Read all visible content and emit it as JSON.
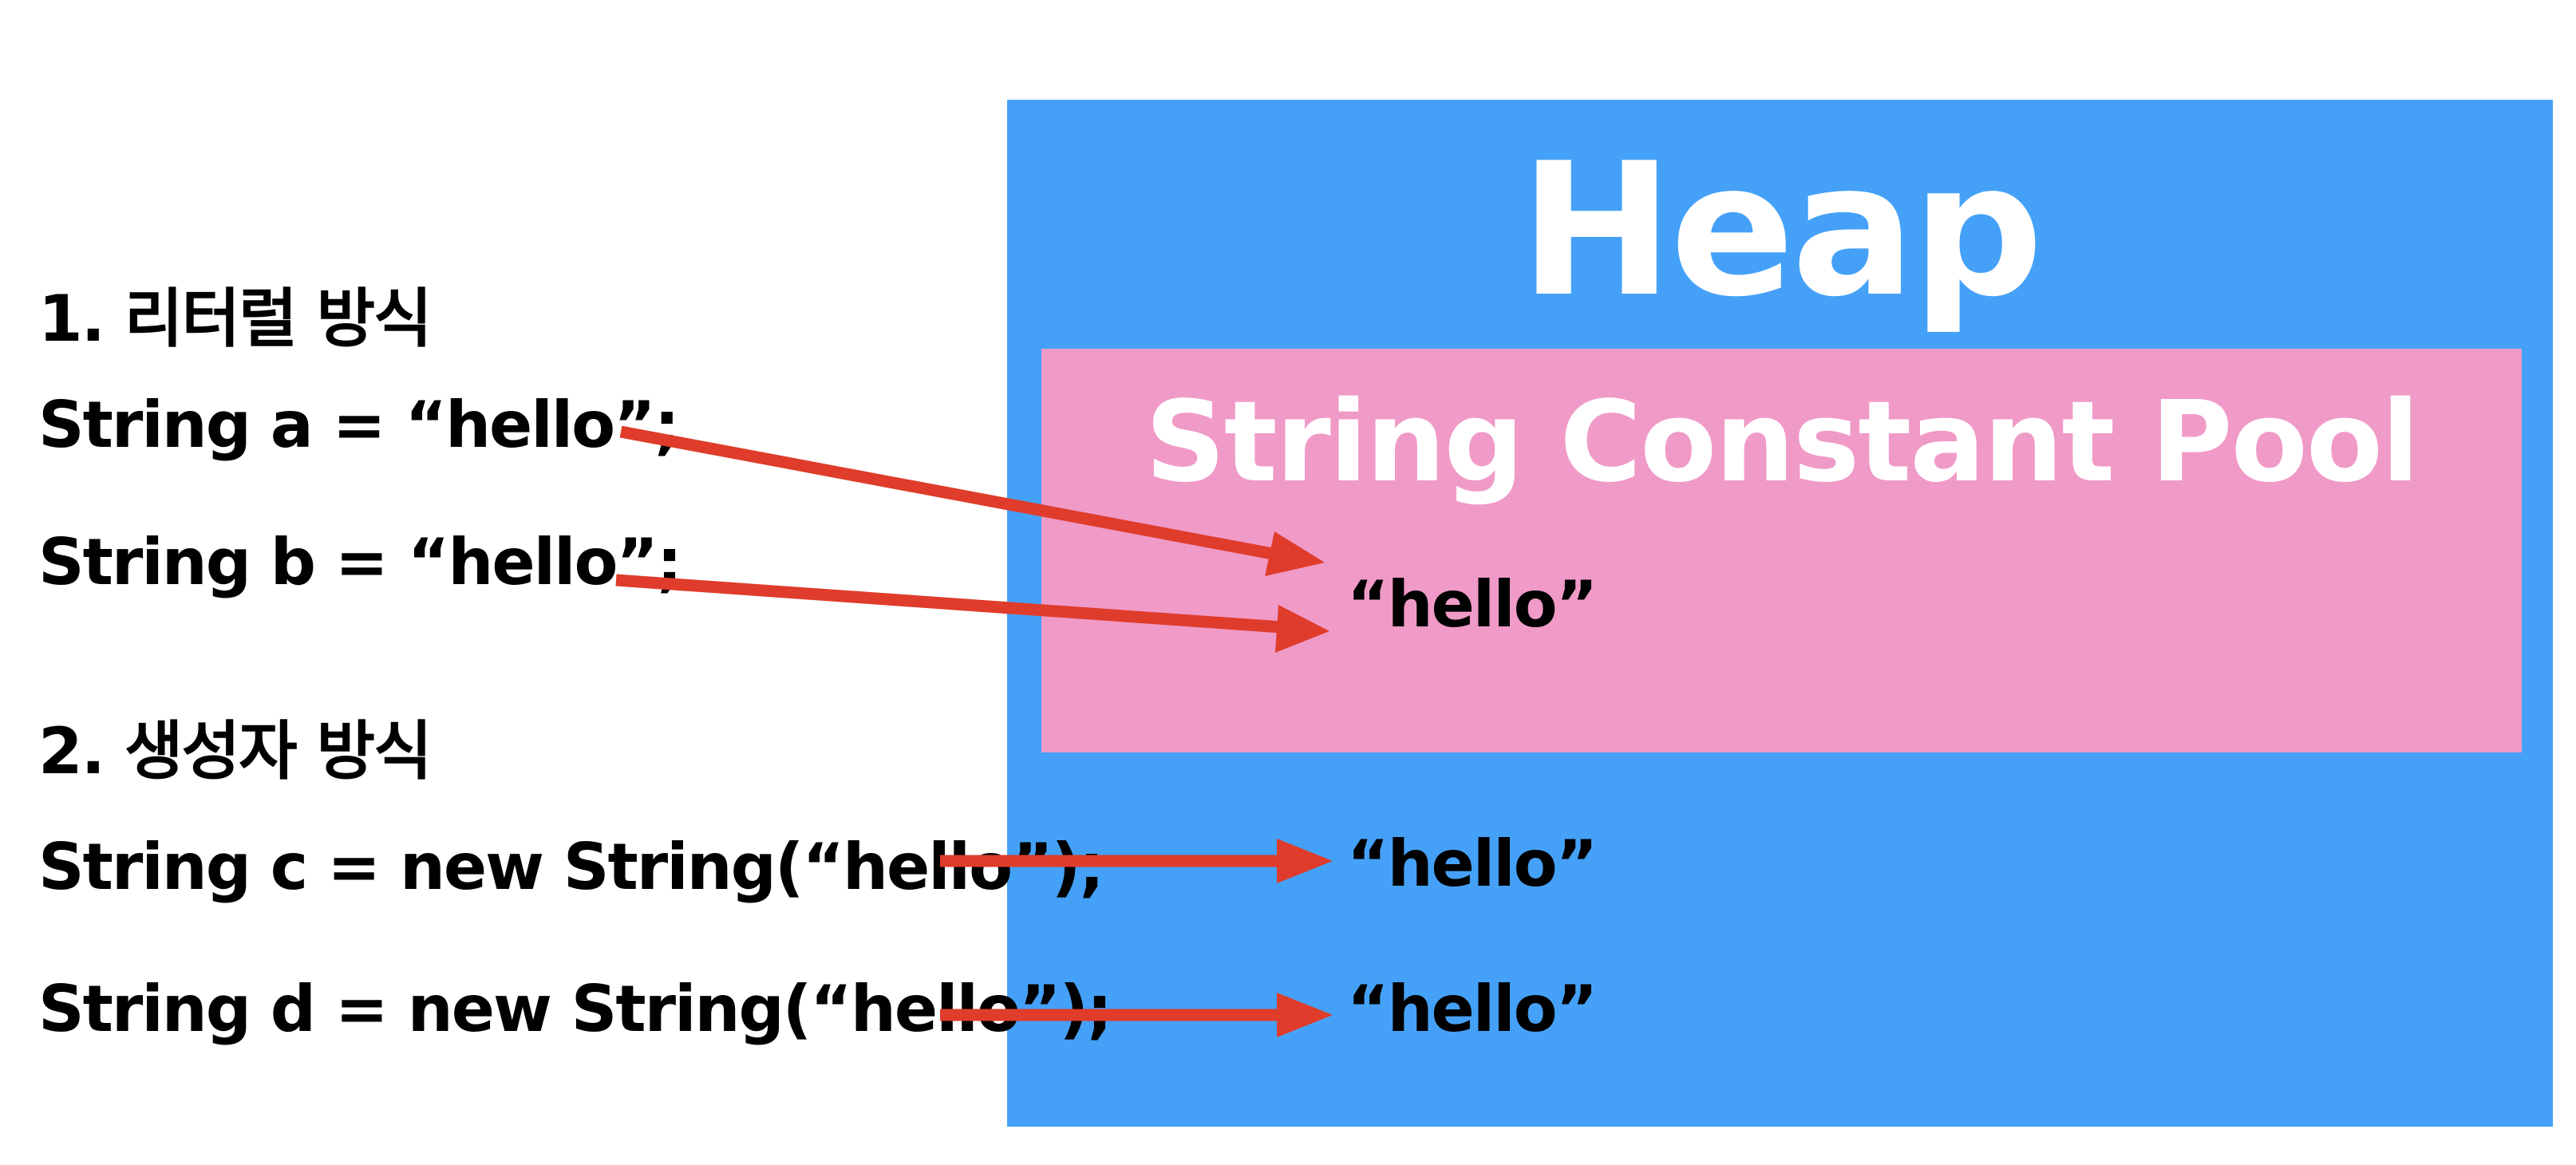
{
  "heap": {
    "title": "Heap",
    "color": "#45a1f7"
  },
  "pool": {
    "title": "String Constant Pool",
    "color": "#f09ac8"
  },
  "arrow_color": "#df3c2b",
  "sections": {
    "literal": {
      "heading": "1. 리터럴 방식",
      "lines": [
        "String a = “hello”;",
        "String b = “hello”;"
      ]
    },
    "constructor": {
      "heading": "2. 생성자 방식",
      "lines": [
        "String c = new String(“hello”);",
        "String d = new String(“hello”);"
      ]
    }
  },
  "values": {
    "pool_value": "“hello”",
    "heap_value_c": "“hello”",
    "heap_value_d": "“hello”"
  }
}
